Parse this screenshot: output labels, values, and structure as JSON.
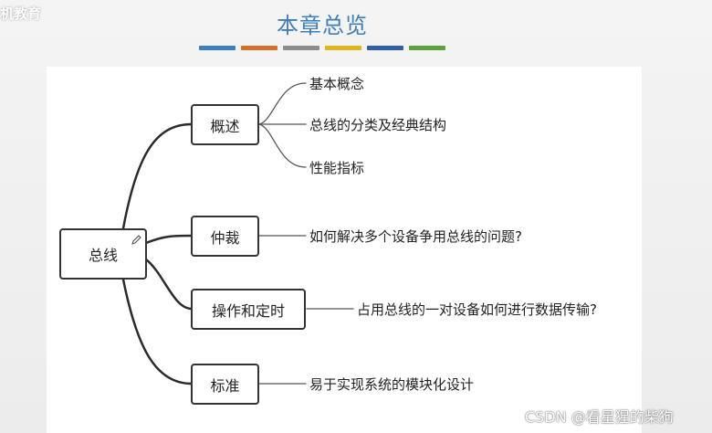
{
  "logo_text": "机教育",
  "title": "本章总览",
  "color_bars": [
    "#3d7fbf",
    "#d2702e",
    "#8c8c8c",
    "#e1b51e",
    "#2f5fa7",
    "#5aa33d"
  ],
  "root": {
    "label": "总线"
  },
  "branches": [
    {
      "label": "概述",
      "leaves": [
        "基本概念",
        "总线的分类及经典结构",
        "性能指标"
      ]
    },
    {
      "label": "仲裁",
      "leaves": [
        "如何解决多个设备争用总线的问题?"
      ]
    },
    {
      "label": "操作和定时",
      "leaves": [
        "占用总线的一对设备如何进行数据传输?"
      ]
    },
    {
      "label": "标准",
      "leaves": [
        "易于实现系统的模块化设计"
      ]
    }
  ],
  "watermark": "CSDN @看星猩的柴狗",
  "icons": {
    "root_note": "pencil-icon"
  }
}
